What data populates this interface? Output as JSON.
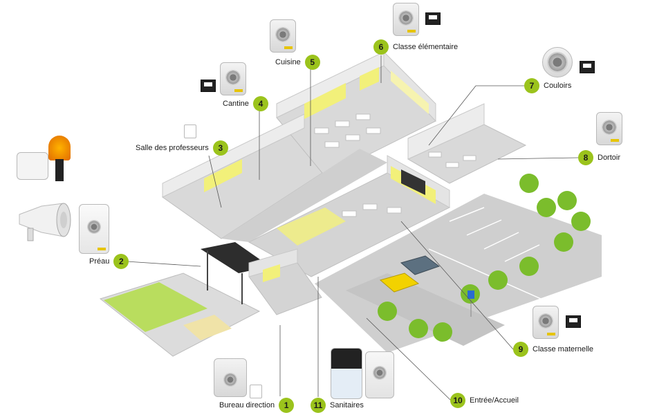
{
  "colors": {
    "accent": "#9bc31c",
    "yellow": "#f2f07a",
    "wall": "#e4e4e4",
    "floor": "#d2d2d2",
    "grass": "#b9dd5e",
    "tree": "#7bbd2c"
  },
  "zones": [
    {
      "number": "1",
      "label": "Bureau direction"
    },
    {
      "number": "2",
      "label": "Préau"
    },
    {
      "number": "3",
      "label": "Salle des professeurs"
    },
    {
      "number": "4",
      "label": "Cantine"
    },
    {
      "number": "5",
      "label": "Cuisine"
    },
    {
      "number": "6",
      "label": "Classe élémentaire"
    },
    {
      "number": "7",
      "label": "Couloirs"
    },
    {
      "number": "8",
      "label": "Dortoir"
    },
    {
      "number": "9",
      "label": "Classe maternelle"
    },
    {
      "number": "10",
      "label": "Entrée/Accueil"
    },
    {
      "number": "11",
      "label": "Sanitaires"
    }
  ],
  "devices": [
    "wall-speaker-icon",
    "ceiling-speaker-icon",
    "trigger-button-icon",
    "siren-horn-icon",
    "rotating-beacon-icon",
    "junction-box-icon",
    "intercom-icon",
    "call-point-icon"
  ]
}
